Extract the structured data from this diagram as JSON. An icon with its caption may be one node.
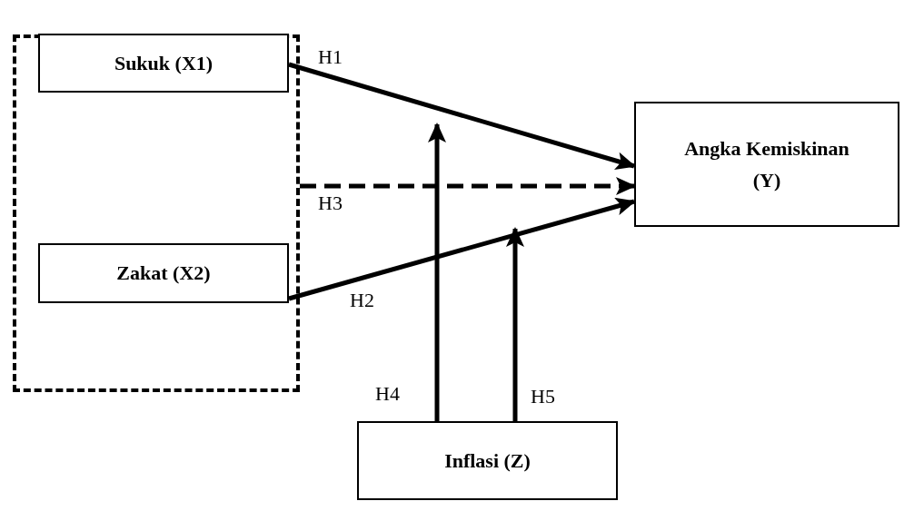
{
  "diagram": {
    "nodes": [
      {
        "text": [],
        "shape": "box"
      },
      {
        "text": [
          "Sukuk (X1)"
        ],
        "in": 0
      },
      {
        "text": [
          "Zakat (X2)"
        ],
        "in": 0
      },
      {
        "text": [
          "Angka Kemiskinan (Y)"
        ]
      },
      {
        "text": [
          "Inflasi (Z)"
        ]
      }
    ],
    "edges": [
      {
        "from": 1,
        "to": 3,
        "arrow": "to",
        "label": "H1"
      },
      {
        "from": 0,
        "to": 3,
        "arrow": "to",
        "label": "H3",
        "style": "dashed"
      },
      {
        "from": 2,
        "to": 3,
        "arrow": "to",
        "label": "H2"
      },
      {
        "from": 4,
        "to": null,
        "arrow": "to",
        "label": "H4"
      },
      {
        "from": 4,
        "to": null,
        "arrow": "to",
        "label": "H5"
      }
    ]
  }
}
